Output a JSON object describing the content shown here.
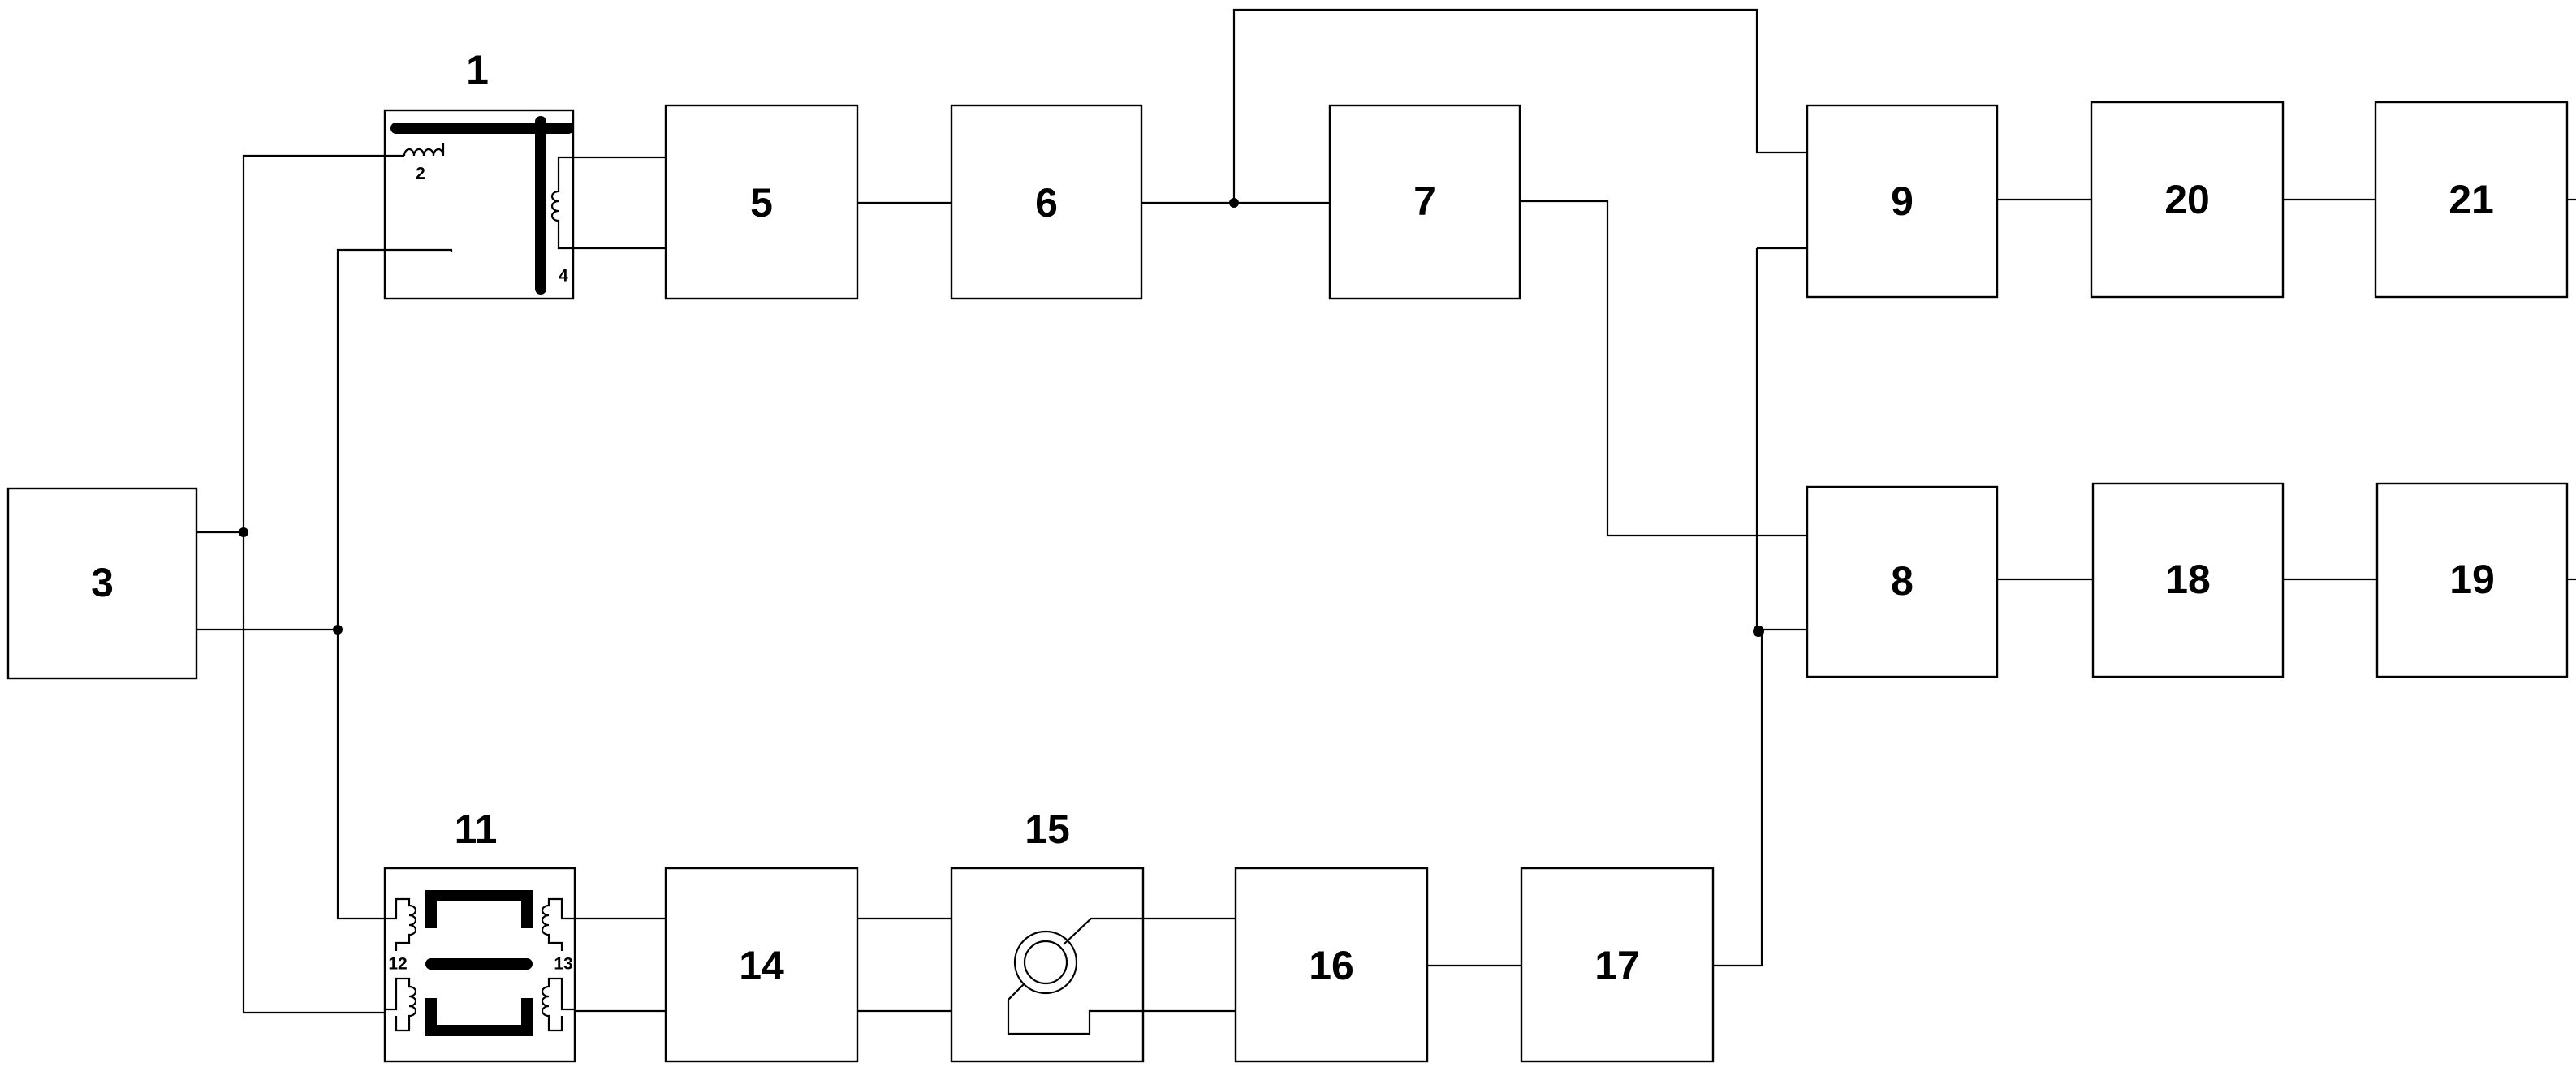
{
  "diagram": {
    "blocks": {
      "b1": "1",
      "b3": "3",
      "b5": "5",
      "b6": "6",
      "b7": "7",
      "b8": "8",
      "b9": "9",
      "b11": "11",
      "b14": "14",
      "b15": "15",
      "b16": "16",
      "b17": "17",
      "b18": "18",
      "b19": "19",
      "b20": "20",
      "b21": "21"
    },
    "sub_labels": {
      "w2": "2",
      "w4": "4",
      "w12": "12",
      "w13": "13"
    }
  }
}
